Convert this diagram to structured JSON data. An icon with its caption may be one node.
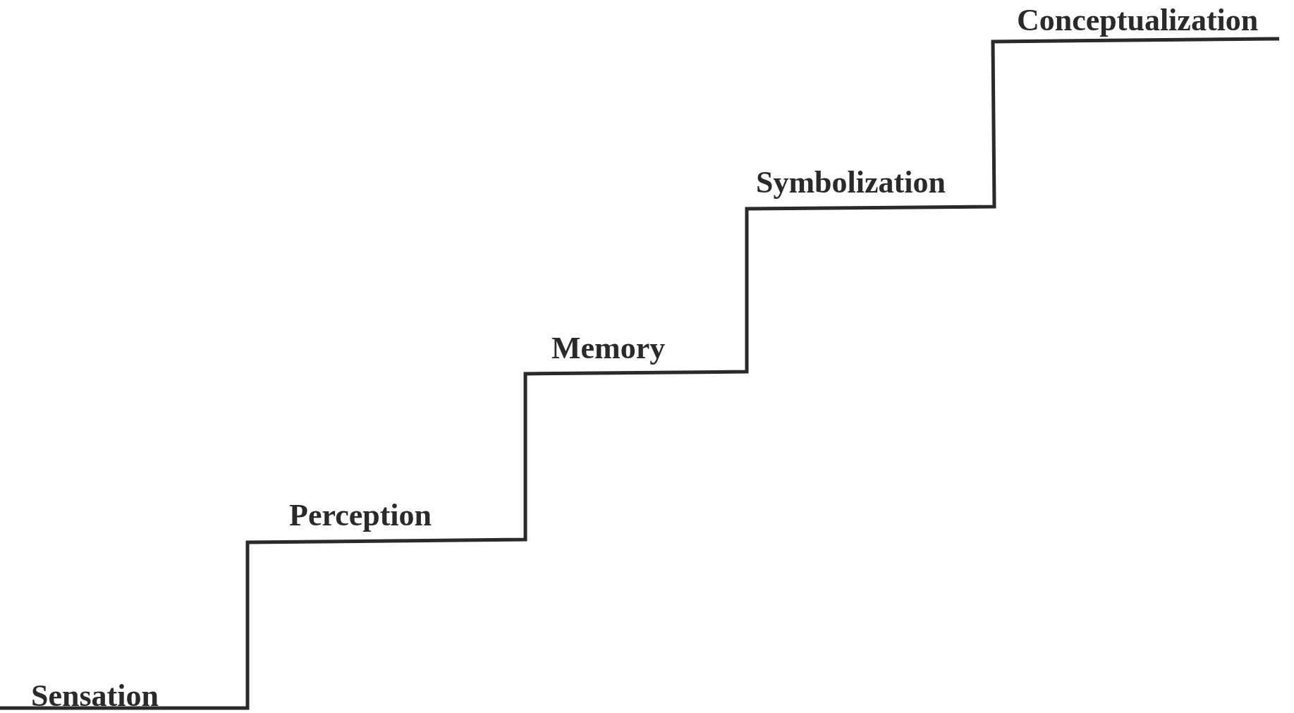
{
  "diagram": {
    "labels": [
      "Sensation",
      "Perception",
      "Memory",
      "Symbolization",
      "Conceptualization"
    ]
  }
}
